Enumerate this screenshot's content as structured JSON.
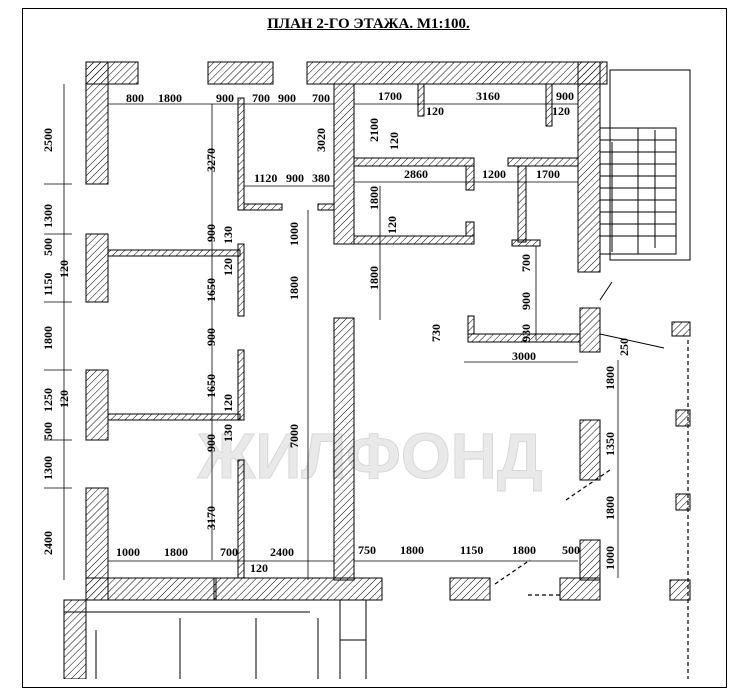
{
  "title": "ПЛАН 2-ГО ЭТАЖА. М1:100.",
  "watermark": "ЖИЛФОНД",
  "colors": {
    "line": "#000000",
    "hatch": "#000000",
    "watermark": "#e6e6e6"
  },
  "dimensions": {
    "top_left": [
      "800",
      "1800",
      "900",
      "700",
      "900",
      "700"
    ],
    "top_right": [
      "1700",
      "3160",
      "900"
    ],
    "top_right_small": [
      "120",
      "120"
    ],
    "mid_row": [
      "1120",
      "900",
      "380"
    ],
    "mid_right": [
      "2860",
      "1200",
      "1700"
    ],
    "vertical_rooms": [
      "3270",
      "3020",
      "2100",
      "120",
      "1800",
      "120"
    ],
    "center": [
      "1000",
      "1800",
      "1800",
      "900",
      "130",
      "120",
      "1650",
      "900",
      "1650",
      "120",
      "900",
      "130",
      "3170",
      "7000"
    ],
    "right_col": [
      "700",
      "900",
      "930",
      "730",
      "3000"
    ],
    "left_side": [
      "2500",
      "1300",
      "500",
      "120",
      "1150",
      "1800",
      "1250",
      "120",
      "500",
      "1300",
      "2400"
    ],
    "bottom": [
      "1000",
      "1800",
      "700",
      "2400",
      "120",
      "750",
      "1800",
      "1150",
      "1800",
      "500"
    ],
    "right_outer": [
      "250",
      "1800",
      "1350",
      "1800",
      "1000"
    ]
  }
}
